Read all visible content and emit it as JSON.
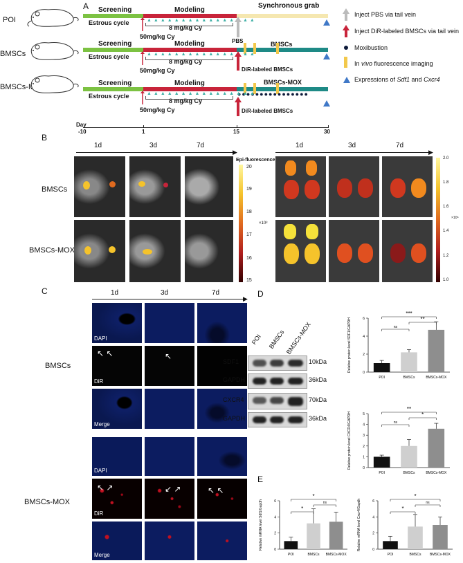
{
  "panels": {
    "A": "A",
    "B": "B",
    "C": "C",
    "D": "D",
    "E": "E"
  },
  "timeline": {
    "groups": [
      "POI",
      "BMSCs",
      "BMSCs-MOX"
    ],
    "screening": "Screening",
    "modeling": "Modeling",
    "sync_grab": "Synchronous grab",
    "estrous": "Estrous cycle",
    "dose_cy": "8 mg/kg Cy",
    "dose_50": "50mg/kg Cy",
    "pbs": "PBS",
    "bmscs": "BMSCs",
    "bmscs_mox": "BMSCs-MOX",
    "dir_bmscs": "DiR-labeled BMSCs",
    "day_label": "Day",
    "days": [
      "-10",
      "1",
      "15",
      "30"
    ]
  },
  "legend": {
    "pbs": "Inject PBS via tail vein",
    "dir": "Inject DiR-labeled  BMSCs via tail vein",
    "mox": "Moxibustion",
    "imaging_prefix": "In ",
    "imaging_italic": "vivo",
    "imaging_suffix": " fluorescence imaging",
    "expr_prefix": "Expressions of ",
    "expr_gene1": "Sdf1",
    "expr_and": " and ",
    "expr_gene2": "Cxcr4"
  },
  "panelB": {
    "days": [
      "1d",
      "3d",
      "7d"
    ],
    "rows": [
      "BMSCs",
      "BMSCs-MOX"
    ],
    "scale_title": "Epi-fluorescence",
    "scale_left": [
      "20",
      "19",
      "18",
      "17",
      "16",
      "15"
    ],
    "scale_left_unit": "×10⁸",
    "scale_right": [
      "2.0",
      "1.8",
      "1.6",
      "1.4",
      "1.2",
      "1.0"
    ],
    "scale_right_unit": "×10⁸"
  },
  "panelC": {
    "days": [
      "1d",
      "3d",
      "7d"
    ],
    "rows": [
      "BMSCs",
      "BMSCs-MOX"
    ],
    "channels": [
      "DAPI",
      "DiR",
      "Merge"
    ]
  },
  "panelD": {
    "lanes": [
      "POI",
      "BMSCs",
      "BMSCs-MOX"
    ],
    "proteins": [
      "SDF1",
      "GAPDH",
      "CXCR4",
      "GAPDH"
    ],
    "sizes": [
      "10kDa",
      "36kDa",
      "70kDa",
      "36kDa"
    ]
  },
  "colors": {
    "screening": "#7cc242",
    "modeling": "#c8243a",
    "sync": "#f5e7b0",
    "teal": "#1e8a86",
    "yellow_mark": "#f2c84b",
    "triangle": "#3f78c7",
    "dots": "#0d1a3a"
  },
  "chart_data": [
    {
      "type": "bar",
      "title": "",
      "ylabel": "Relative protein level SDF1/GAPDH",
      "categories": [
        "POI",
        "BMSCs",
        "BMSCs-MOX"
      ],
      "values": [
        1.0,
        2.2,
        4.7
      ],
      "errors": [
        0.3,
        0.3,
        0.9
      ],
      "ylim": [
        0,
        6
      ],
      "yticks": [
        "0",
        "2",
        "4",
        "6"
      ],
      "significance": [
        [
          "POI",
          "BMSCs",
          "ns"
        ],
        [
          "BMSCs",
          "BMSCs-MOX",
          "**"
        ],
        [
          "POI",
          "BMSCs-MOX",
          "***"
        ]
      ]
    },
    {
      "type": "bar",
      "title": "",
      "ylabel": "Relative protein level CXCR4/GAPDH",
      "categories": [
        "POI",
        "BMSCs",
        "BMSCs-MOX"
      ],
      "values": [
        1.0,
        2.0,
        3.6
      ],
      "errors": [
        0.15,
        0.6,
        0.5
      ],
      "ylim": [
        0,
        5
      ],
      "yticks": [
        "0",
        "1",
        "2",
        "3",
        "4",
        "5"
      ],
      "significance": [
        [
          "POI",
          "BMSCs",
          "ns"
        ],
        [
          "BMSCs",
          "BMSCs-MOX",
          "*"
        ],
        [
          "POI",
          "BMSCs-MOX",
          "**"
        ]
      ]
    },
    {
      "type": "bar",
      "title": "",
      "ylabel": "Relative mRNA level Sdf1/Gapdh",
      "categories": [
        "POI",
        "BMSCs",
        "BMSCs-MOX"
      ],
      "values": [
        1.0,
        3.2,
        3.4
      ],
      "errors": [
        0.5,
        1.8,
        1.2
      ],
      "ylim": [
        0,
        6
      ],
      "yticks": [
        "0",
        "2",
        "4",
        "6"
      ],
      "significance": [
        [
          "POI",
          "BMSCs",
          "*"
        ],
        [
          "BMSCs",
          "BMSCs-MOX",
          "ns"
        ],
        [
          "POI",
          "BMSCs-MOX",
          "*"
        ]
      ]
    },
    {
      "type": "bar",
      "title": "",
      "ylabel": "Relative mRNA level Cxcr4/Gapdh",
      "categories": [
        "POI",
        "BMSCs",
        "BMSCs-MOX"
      ],
      "values": [
        1.0,
        2.8,
        3.0
      ],
      "errors": [
        0.6,
        1.5,
        1.0
      ],
      "ylim": [
        0,
        6
      ],
      "yticks": [
        "0",
        "2",
        "4",
        "6"
      ],
      "significance": [
        [
          "POI",
          "BMSCs",
          "*"
        ],
        [
          "BMSCs",
          "BMSCs-MOX",
          "ns"
        ],
        [
          "POI",
          "BMSCs-MOX",
          "*"
        ]
      ]
    }
  ]
}
